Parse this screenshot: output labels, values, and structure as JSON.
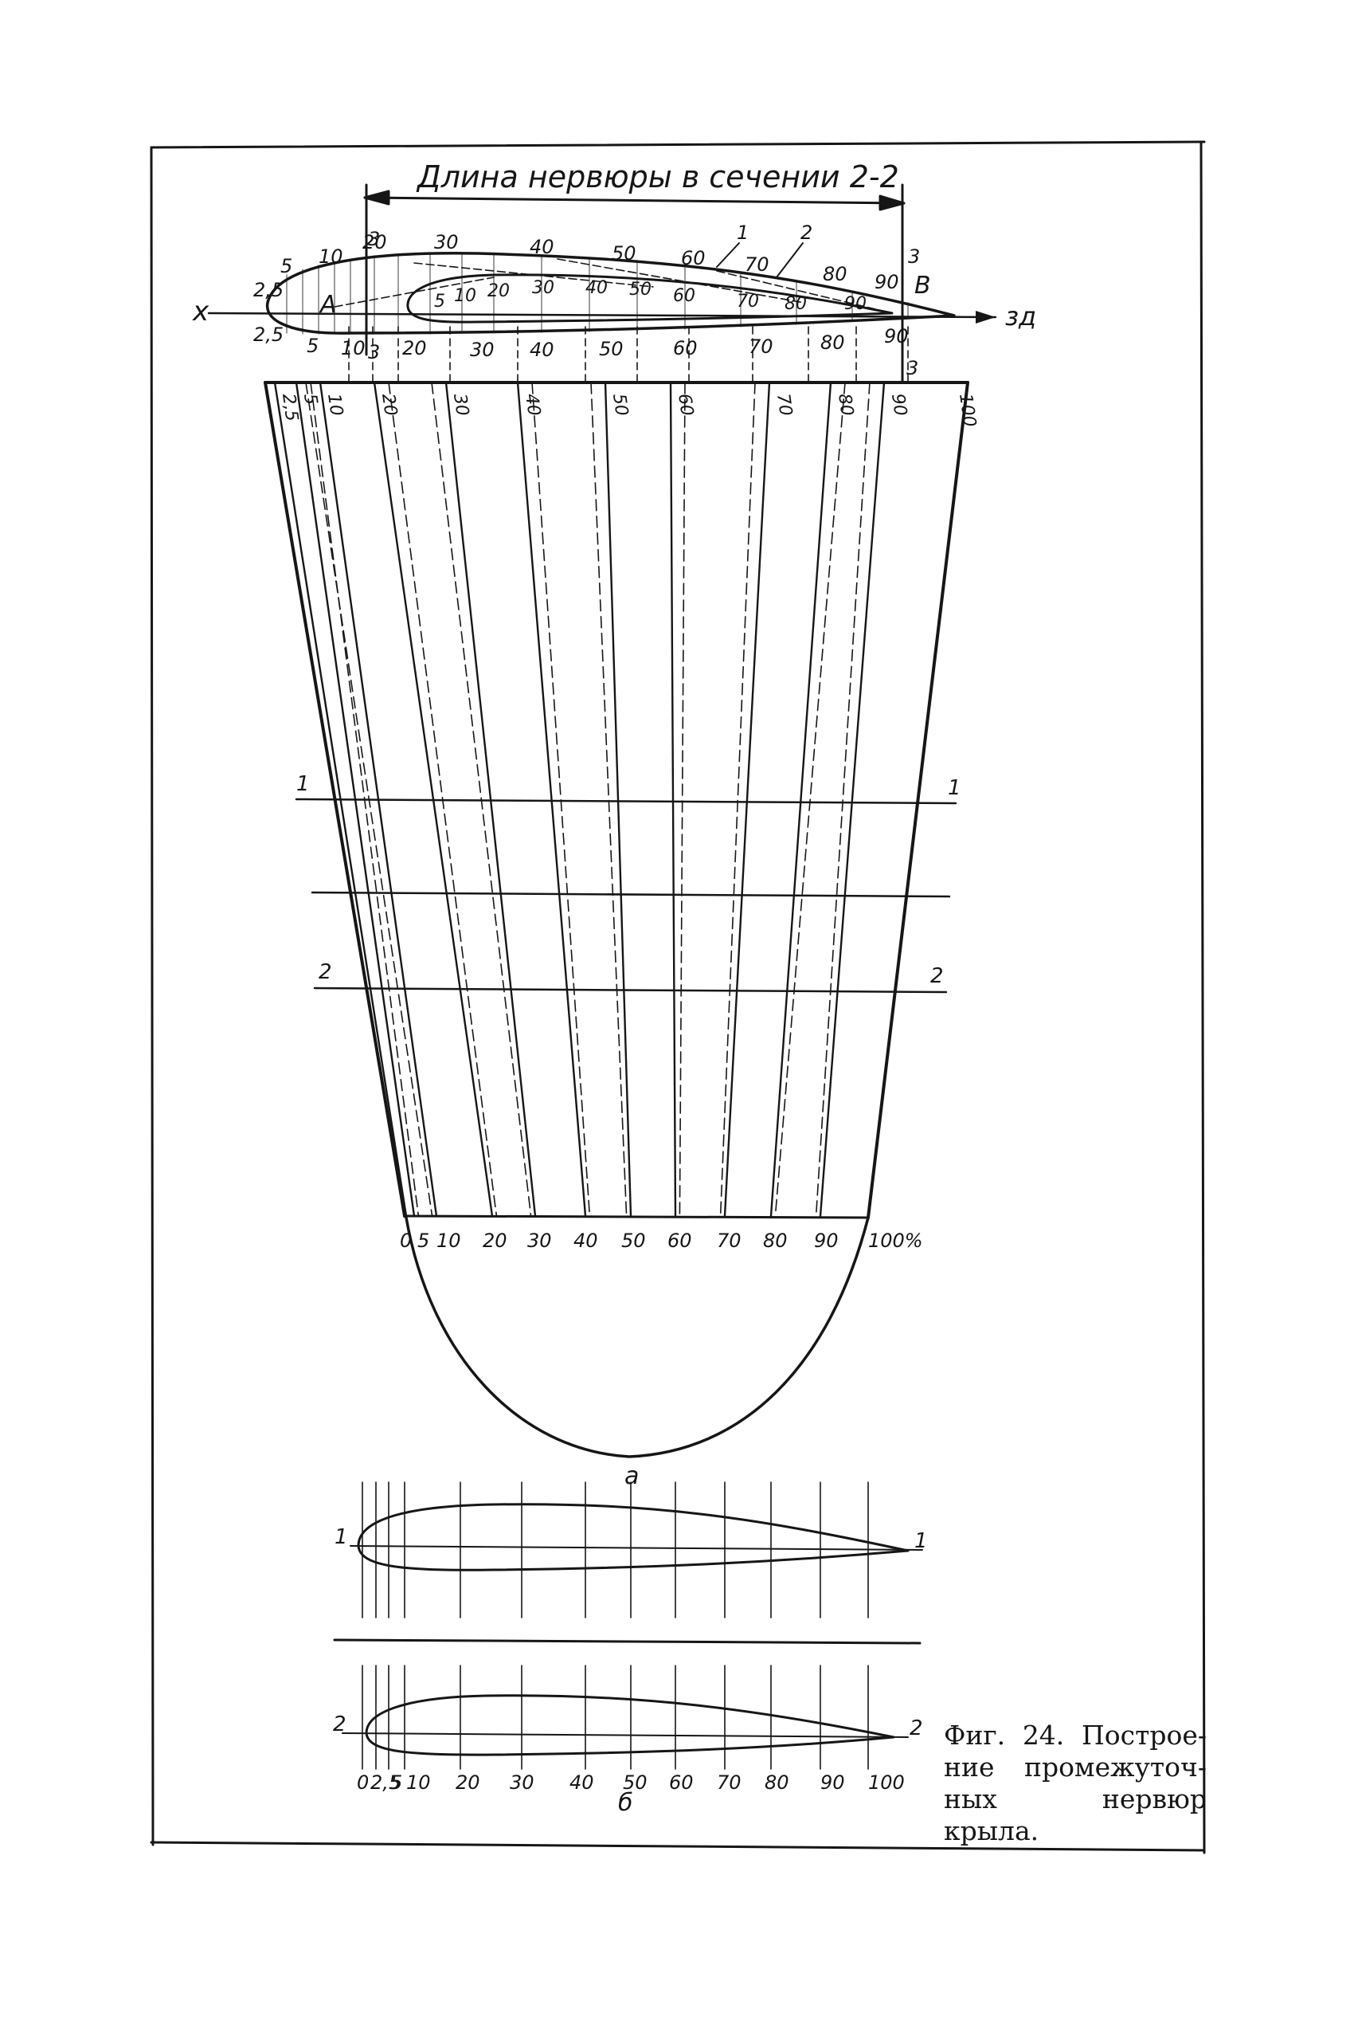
{
  "drawing": {
    "dimension_title": "Длина нервюры в сечении 2-2",
    "axis_left": "x",
    "axis_right": "зд",
    "point_a": "A",
    "point_b": "B",
    "section_three": "3",
    "section_one": "1",
    "section_two": "2",
    "profile_top_numbers": [
      "2,5",
      "5",
      "10",
      "20",
      "30",
      "40",
      "50",
      "60",
      "70",
      "80",
      "90"
    ],
    "profile_bottom_numbers": [
      "2,5",
      "5",
      "10",
      "20",
      "30",
      "40",
      "50",
      "60",
      "70",
      "80",
      "90"
    ],
    "inner_profile_numbers": [
      "5",
      "10",
      "20",
      "30",
      "40",
      "50",
      "60",
      "70",
      "80",
      "90"
    ],
    "rib_line_labels": [
      "2,5",
      "5",
      "10",
      "20",
      "30",
      "40",
      "50",
      "60",
      "70",
      "80",
      "90",
      "100"
    ],
    "scale_labels": [
      "0",
      "5",
      "10",
      "20",
      "30",
      "40",
      "50",
      "60",
      "70",
      "80",
      "90",
      "100%"
    ],
    "bottom_scale_labels": [
      "0",
      "2,5",
      "5",
      "10",
      "20",
      "30",
      "40",
      "50",
      "60",
      "70",
      "80",
      "90",
      "100"
    ],
    "subfigure_a": "а",
    "subfigure_b": "б"
  },
  "caption": {
    "line1": "Фиг. 24. Построе-",
    "line2": "ние промежуточ-",
    "line3": "ных нервюр крыла."
  }
}
